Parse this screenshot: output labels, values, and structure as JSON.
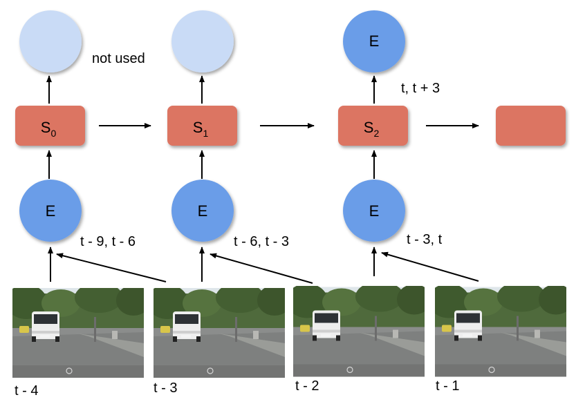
{
  "top_circles": [
    {
      "label": "",
      "filled": false
    },
    {
      "label": "",
      "filled": false
    },
    {
      "label": "E",
      "filled": true
    }
  ],
  "states": [
    {
      "label": "S",
      "sub": "0"
    },
    {
      "label": "S",
      "sub": "1"
    },
    {
      "label": "S",
      "sub": "2"
    },
    {
      "label": "",
      "sub": ""
    }
  ],
  "encoders": [
    {
      "label": "E",
      "times": "t - 9, t - 6"
    },
    {
      "label": "E",
      "times": "t - 6, t - 3"
    },
    {
      "label": "E",
      "times": "t - 3, t"
    }
  ],
  "annotations": {
    "not_used": "not used",
    "output_times": "t, t + 3"
  },
  "frames": [
    {
      "label": "t - 4"
    },
    {
      "label": "t - 3"
    },
    {
      "label": "t - 2"
    },
    {
      "label": "t - 1"
    }
  ],
  "colors": {
    "encoder": "#6b9de8",
    "unused": "#c9dbf6",
    "state": "#dc7462",
    "arrow": "#000000"
  },
  "frame_icon": "street-scene-photo-with-white-van"
}
